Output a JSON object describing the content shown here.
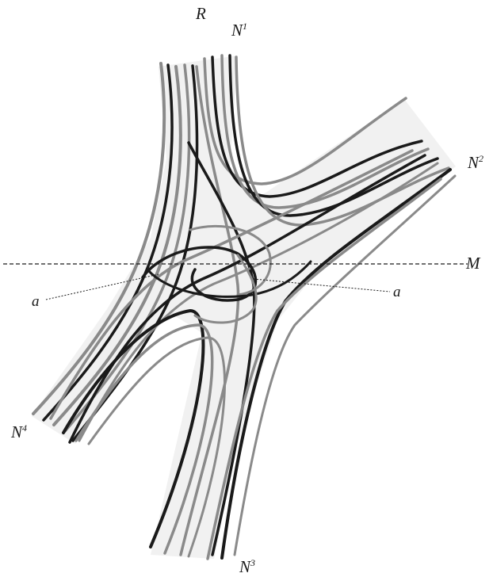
{
  "figure": {
    "labels": {
      "top": "R",
      "n1_base": "N",
      "n1_sup": "1",
      "n2_base": "N",
      "n2_sup": "2",
      "n3_base": "N",
      "n3_sup": "3",
      "n4_base": "N",
      "n4_sup": "4",
      "m": "M",
      "a_left": "a",
      "a_right": "a"
    },
    "colors": {
      "background": "#ffffff",
      "ink_dark": "#1a1a1a",
      "ink_grey": "#8a8a8a",
      "shading": "#e6e6e6"
    }
  }
}
